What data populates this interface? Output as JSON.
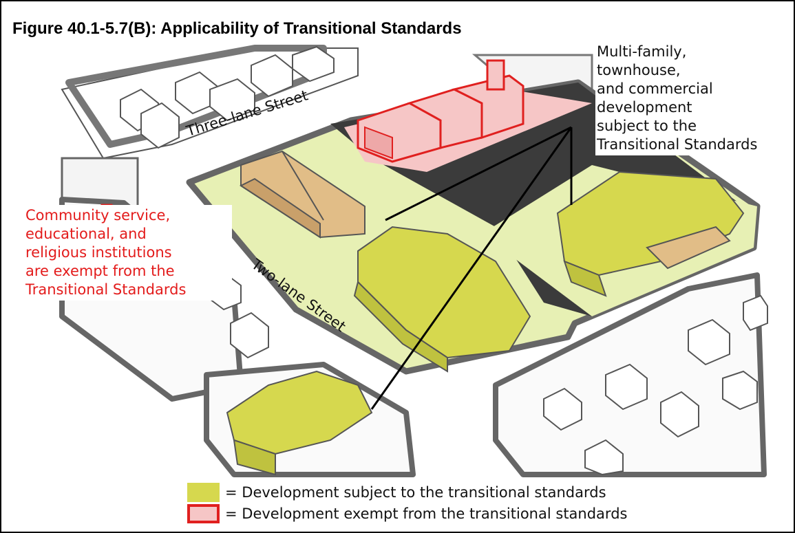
{
  "figure": {
    "title": "Figure 40.1-5.7(B): Applicability of Transitional Standards"
  },
  "streets": {
    "three_lane": "Three-lane Street",
    "two_lane": "Two-lane Street"
  },
  "callouts": {
    "subject_lines": [
      "Multi-family,",
      "townhouse,",
      "and commercial",
      "development",
      "subject to the",
      "Transitional Standards"
    ],
    "exempt_lines": [
      "Community service,",
      "educational, and",
      "religious institutions",
      "are exempt from the",
      "Transitional Standards"
    ]
  },
  "legend": {
    "subject_label": "= Development subject to the transitional standards",
    "exempt_label": "= Development exempt from the transitional standards"
  },
  "colors": {
    "subject": "#d6d84e",
    "exempt_fill": "#f6c6c6",
    "exempt_border": "#e0201f",
    "parking": "#3b3b3b",
    "lot_green": "#e7f0b4"
  }
}
